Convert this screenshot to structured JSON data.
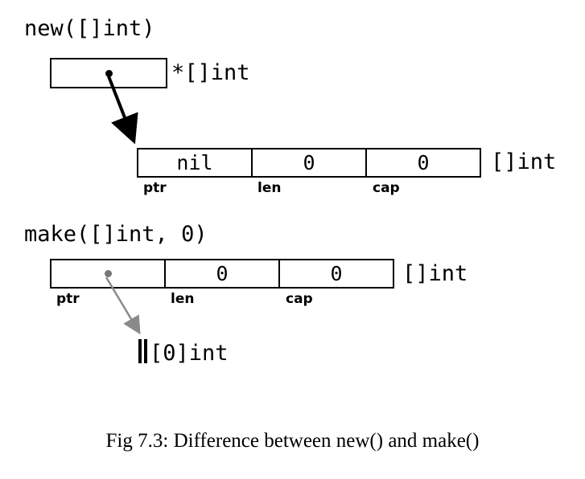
{
  "new_section": {
    "title": "new([]int)",
    "pointer_type": "*[]int",
    "struct_type": "[]int",
    "cells": {
      "ptr": "nil",
      "len": "0",
      "cap": "0"
    },
    "field_labels": {
      "ptr": "ptr",
      "len": "len",
      "cap": "cap"
    }
  },
  "make_section": {
    "title": "make([]int, 0)",
    "struct_type": "[]int",
    "cells": {
      "len": "0",
      "cap": "0"
    },
    "field_labels": {
      "ptr": "ptr",
      "len": "len",
      "cap": "cap"
    },
    "array_type": "[0]int"
  },
  "caption": "Fig 7.3: Difference between new() and make()",
  "colors": {
    "line": "#000000",
    "gray_pointer": "#8a8a8a",
    "background": "#ffffff"
  }
}
